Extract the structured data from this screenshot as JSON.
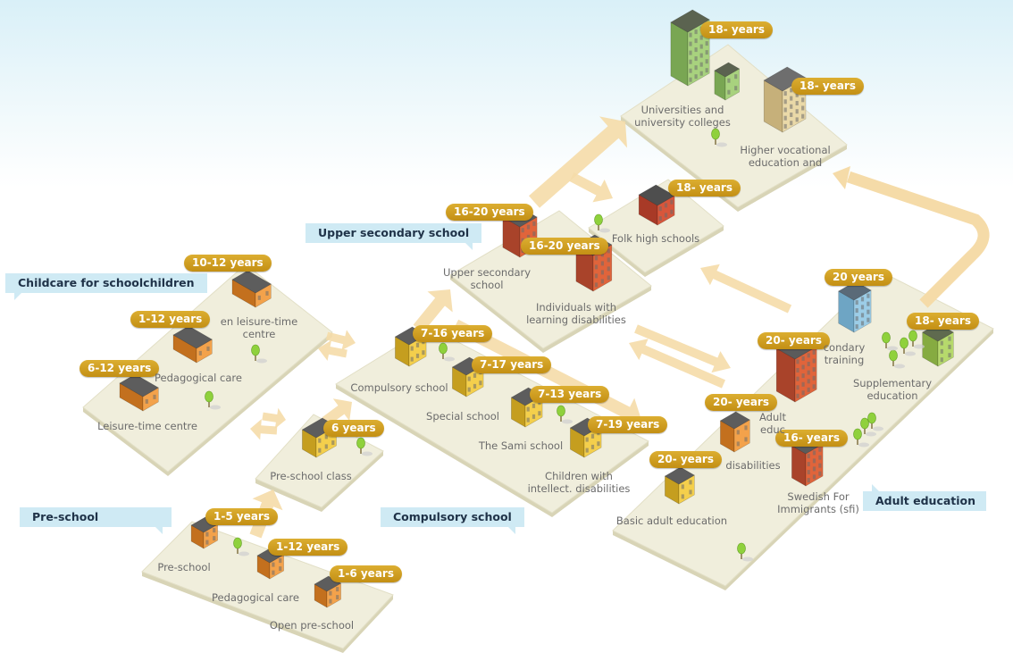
{
  "sections": {
    "childcare": "Childcare for schoolchildren",
    "upper_secondary": "Upper secondary school",
    "compulsory": "Compulsory school",
    "preschool": "Pre-school",
    "adult": "Adult education"
  },
  "badges": {
    "universities": "18- years",
    "higher_vocational": "18- years",
    "folk_high": "18- years",
    "upper_secondary": "16-20 years",
    "individuals_ld": "16-20 years",
    "open_leisure": "10-12 years",
    "pedagogical_care_school": "1-12 years",
    "leisure_centre": "6-12 years",
    "compulsory_school": "7-16 years",
    "special_school": "7-17 years",
    "sami_school": "7-13 years",
    "children_intellect": "7-19 years",
    "preschool_class": "6 years",
    "preschool": "1-5 years",
    "pedagogical_care_pre": "1-12 years",
    "open_preschool": "1-6 years",
    "secondary_training": "20 years",
    "supplementary": "18- years",
    "adult_education": "20- years",
    "adults_ld": "20- years",
    "sfi": "16- years",
    "basic_adult": "20- years"
  },
  "labels": {
    "universities": [
      "Universities and",
      "university colleges"
    ],
    "higher_vocational": [
      "Higher vocational",
      "education and"
    ],
    "folk_high": [
      "Folk high schools"
    ],
    "upper_secondary": [
      "Upper secondary",
      "school"
    ],
    "individuals_ld": [
      "Individuals with",
      "learning disabilities"
    ],
    "open_leisure": [
      "en leisure-time",
      "centre"
    ],
    "pedagogical_care_school": [
      "Pedagogical care"
    ],
    "leisure_centre": [
      "Leisure-time centre"
    ],
    "compulsory_school": [
      "Compulsory school"
    ],
    "special_school": [
      "Special school"
    ],
    "sami_school": [
      "The Sami school"
    ],
    "children_intellect": [
      "Children with",
      "intellect. disabilities"
    ],
    "preschool_class": [
      "Pre-school class"
    ],
    "preschool": [
      "Pre-school"
    ],
    "pedagogical_care_pre": [
      "Pedagogical care"
    ],
    "open_preschool": [
      "Open pre-school"
    ],
    "secondary_training": [
      "condary",
      "training"
    ],
    "supplementary": [
      "Supplementary",
      "education"
    ],
    "adult_education": [
      "Adult",
      "educ"
    ],
    "adults_ld": [
      "disabilities"
    ],
    "sfi": [
      "Swedish For",
      "Immigrants (sfi)"
    ],
    "basic_adult": [
      "Basic adult education"
    ]
  },
  "colors": {
    "platform": "#f0eedc",
    "platform_side": "#d8d4b6",
    "arrow": "#f5dba8",
    "badge": "#cf9c1f",
    "section_bg": "#cfeaf4",
    "section_text": "#1f3248"
  }
}
